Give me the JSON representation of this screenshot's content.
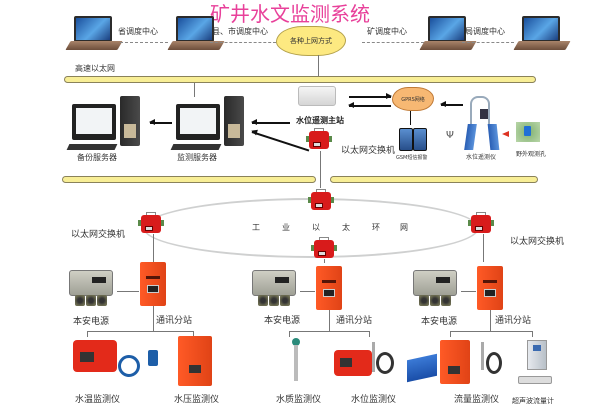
{
  "title": "矿井水文监测系统",
  "top_network": {
    "nodes": [
      {
        "id": "provincial",
        "label": "省调度中心",
        "icon": "laptop-icon"
      },
      {
        "id": "county_city",
        "label": "县、市调度中心",
        "icon": "laptop-icon"
      },
      {
        "id": "mine",
        "label": "矿调度中心",
        "icon": "laptop-icon"
      },
      {
        "id": "bureau",
        "label": "局调度中心",
        "icon": "laptop-icon"
      }
    ],
    "cloud_label": "各种上网方式",
    "bus_label": "高速以太网"
  },
  "server_section": {
    "backup_server": "备份服务器",
    "monitor_server": "监测服务器",
    "master_station": "水位遥测主站",
    "ethernet_switch": "以太网交换机",
    "gprs_cloud": "GPRS网络",
    "sms_alarm": "GSM短信报警",
    "water_level_telemeter": "水位遥测仪",
    "field_observation_hole": "野外观测孔"
  },
  "ring_network": {
    "label_chars": [
      "工",
      "业",
      "以",
      "太",
      "环",
      "网"
    ],
    "left_switch_label": "以太网交换机",
    "right_switch_label": "以太网交换机"
  },
  "substations": [
    {
      "power_label": "本安电源",
      "station_label": "通讯分站",
      "instruments": [
        "水温监测仪",
        "水压监测仪"
      ]
    },
    {
      "power_label": "本安电源",
      "station_label": "通讯分站",
      "instruments": [
        "水质监测仪",
        "水位监测仪"
      ]
    },
    {
      "power_label": "本安电源",
      "station_label": "通讯分站",
      "instruments": [
        "流量监测仪",
        "超声波流量计"
      ]
    }
  ],
  "colors": {
    "title": "#e8409a",
    "bus_fill": "#f8ee96",
    "switch_red": "#d81b1b",
    "substation_orange": "#f04a1e"
  }
}
